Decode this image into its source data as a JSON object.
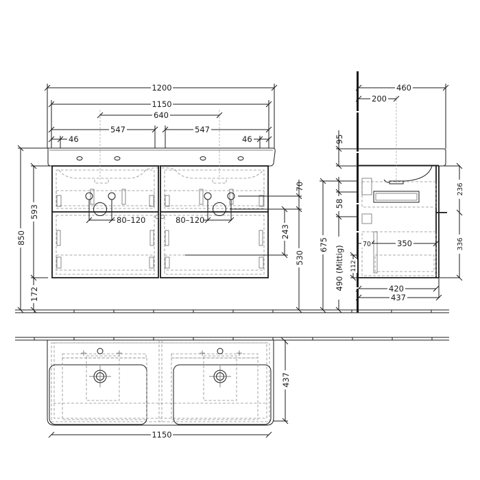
{
  "drawing": {
    "front_view": {
      "width_overall": "1200",
      "width_basin": "1150",
      "tap_spacing": "640",
      "half_left": "547",
      "half_right": "547",
      "edge_left": "46",
      "edge_right": "46",
      "height_total": "850",
      "height_cabinet": "593",
      "height_floor_gap": "172",
      "siphon_range_left": "80–120",
      "siphon_range_right": "80–120",
      "drain_offset": "70",
      "drawer_offset": "243",
      "drain_height": "530"
    },
    "side_view": {
      "depth_overall": "460",
      "tap_depth": "200",
      "basin_thickness": "95",
      "offset_58": "58",
      "height_675": "675",
      "height_center": "490 (Mittig)",
      "gap_112": "112",
      "drawer_inner_70": "70",
      "drawer_depth_350": "350",
      "upper_drawer": "236",
      "lower_drawer": "336",
      "cabinet_depth_420": "420",
      "cabinet_depth_437": "437"
    },
    "top_view": {
      "width": "1150",
      "depth": "437"
    }
  }
}
